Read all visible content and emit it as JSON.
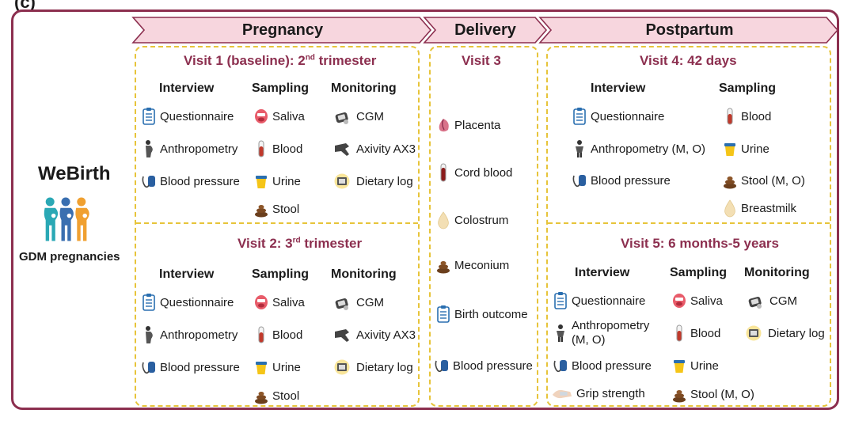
{
  "panel_label": "(c)",
  "brand": {
    "name": "WeBirth",
    "subtitle": "GDM pregnancies"
  },
  "phases": {
    "pregnancy": "Pregnancy",
    "delivery": "Delivery",
    "postpartum": "Postpartum"
  },
  "visit1": {
    "title_main": "Visit 1 (baseline): 2",
    "title_sup": "nd",
    "title_rest": " trimester",
    "interview": "Interview",
    "sampling": "Sampling",
    "monitoring": "Monitoring",
    "interview_items": [
      "Questionnaire",
      "Anthropometry",
      "Blood pressure"
    ],
    "sampling_items": [
      "Saliva",
      "Blood",
      "Urine",
      "Stool"
    ],
    "monitoring_items": [
      "CGM",
      "Axivity AX3",
      "Dietary log"
    ]
  },
  "visit2": {
    "title_main": "Visit 2: 3",
    "title_sup": "rd",
    "title_rest": " trimester",
    "interview": "Interview",
    "sampling": "Sampling",
    "monitoring": "Monitoring",
    "interview_items": [
      "Questionnaire",
      "Anthropometry",
      "Blood pressure"
    ],
    "sampling_items": [
      "Saliva",
      "Blood",
      "Urine",
      "Stool"
    ],
    "monitoring_items": [
      "CGM",
      "Axivity AX3",
      "Dietary log"
    ]
  },
  "visit3": {
    "title": "Visit 3",
    "items": [
      "Placenta",
      "Cord blood",
      "Colostrum",
      "Meconium",
      "Birth outcome",
      "Blood pressure"
    ]
  },
  "visit4": {
    "title": "Visit 4: 42 days",
    "interview": "Interview",
    "sampling": "Sampling",
    "interview_items": [
      "Questionnaire",
      "Anthropometry (M, O)",
      "Blood pressure"
    ],
    "sampling_items": [
      "Blood",
      "Urine",
      "Stool (M, O)",
      "Breastmilk"
    ]
  },
  "visit5": {
    "title": "Visit 5: 6 months-5 years",
    "interview": "Interview",
    "sampling": "Sampling",
    "monitoring": "Monitoring",
    "interview_items": [
      "Questionnaire",
      "Anthropometry",
      "(M, O)",
      "Blood pressure",
      "Grip strength"
    ],
    "sampling_items": [
      "Saliva",
      "Blood",
      "Urine",
      "Stool (M, O)"
    ],
    "monitoring_items": [
      "CGM",
      "Dietary log"
    ]
  },
  "colors": {
    "frame": "#8c2f4f",
    "arrow_fill": "#f7d6de",
    "dashed": "#e7c43a"
  }
}
